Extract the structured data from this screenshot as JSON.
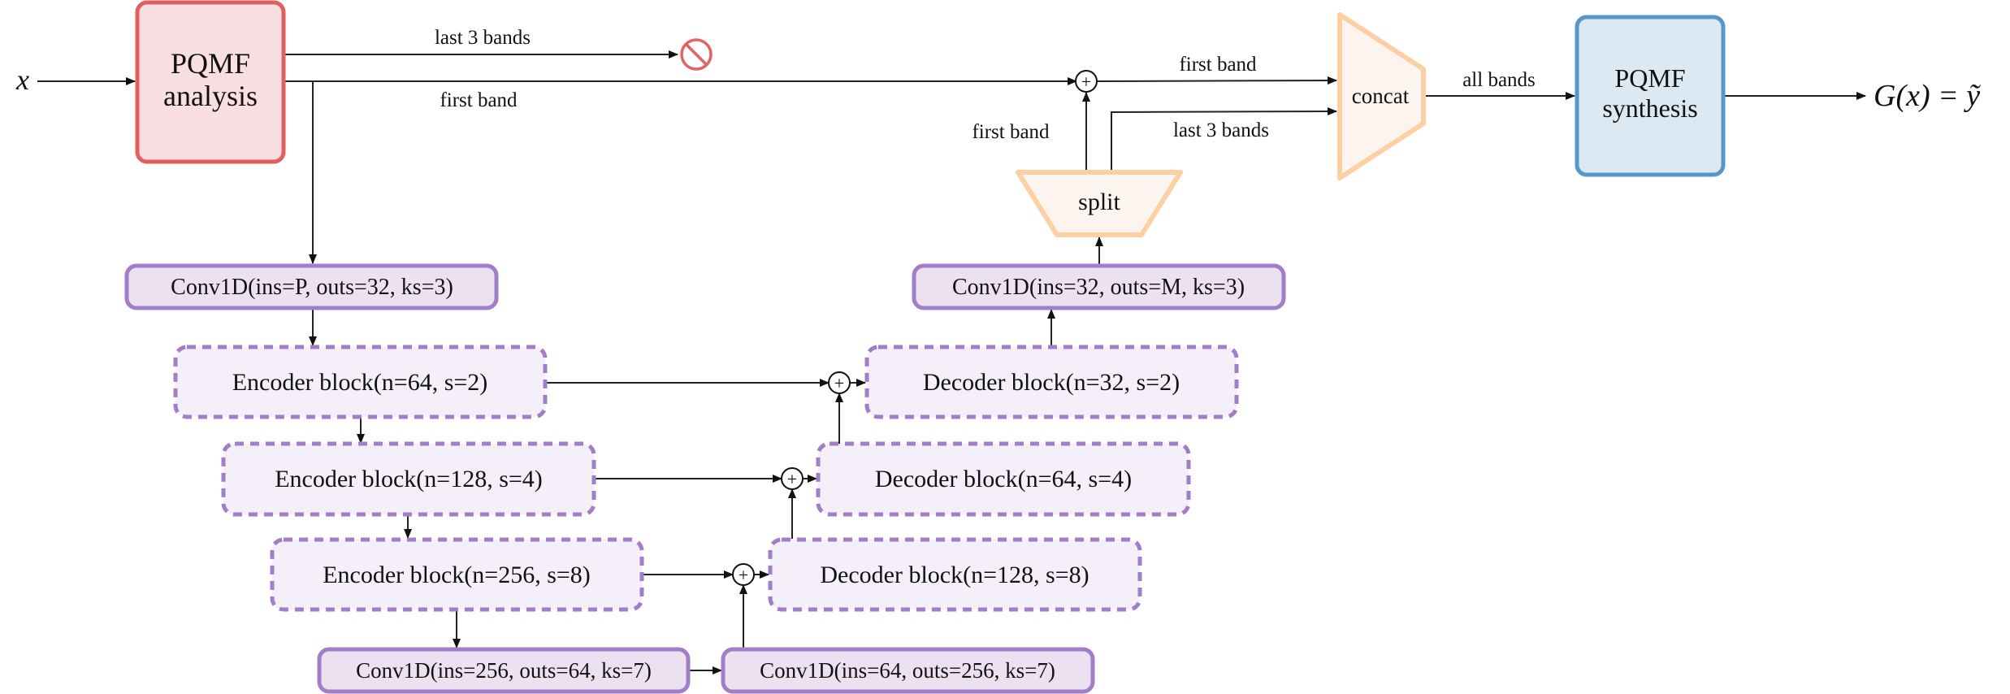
{
  "colors": {
    "analysis_fill": "#f9dfe1",
    "analysis_stroke": "#e0605f",
    "synthesis_fill": "#dde9f2",
    "synthesis_stroke": "#5597c7",
    "block_fill": "#ece1f0",
    "block_stroke": "#a27ec9",
    "dashed_fill": "#f4eff8",
    "mux_fill": "#fcf5ef",
    "mux_stroke": "#fdcfa3",
    "stop_stroke": "#e06466",
    "edge": "#222222"
  },
  "input": {
    "label": "x"
  },
  "output": {
    "label": "G(x) = ỹ"
  },
  "pqmf_analysis": {
    "line1": "PQMF",
    "line2": "analysis"
  },
  "pqmf_synthesis": {
    "line1": "PQMF",
    "line2": "synthesis"
  },
  "concat": {
    "label": "concat"
  },
  "split": {
    "label": "split"
  },
  "edge_labels": {
    "last3_discard": "last 3 bands",
    "first_band_top": "first band",
    "first_band_to_concat": "first band",
    "first_band_from_split": "first band",
    "last3_to_concat": "last 3 bands",
    "all_bands": "all bands"
  },
  "conv_in": {
    "label": "Conv1D(ins=P, outs=32, ks=3)"
  },
  "conv_out": {
    "label": "Conv1D(ins=32, outs=M, ks=3)"
  },
  "bottleneck": [
    {
      "label": "Conv1D(ins=256, outs=64, ks=7)"
    },
    {
      "label": "Conv1D(ins=64, outs=256, ks=7)"
    }
  ],
  "encoders": [
    {
      "label": "Encoder block(n=64, s=2)"
    },
    {
      "label": "Encoder block(n=128, s=4)"
    },
    {
      "label": "Encoder block(n=256, s=8)"
    }
  ],
  "decoders": [
    {
      "label": "Decoder block(n=32, s=2)"
    },
    {
      "label": "Decoder block(n=64, s=4)"
    },
    {
      "label": "Decoder block(n=128, s=8)"
    }
  ],
  "sum_symbol": "+"
}
